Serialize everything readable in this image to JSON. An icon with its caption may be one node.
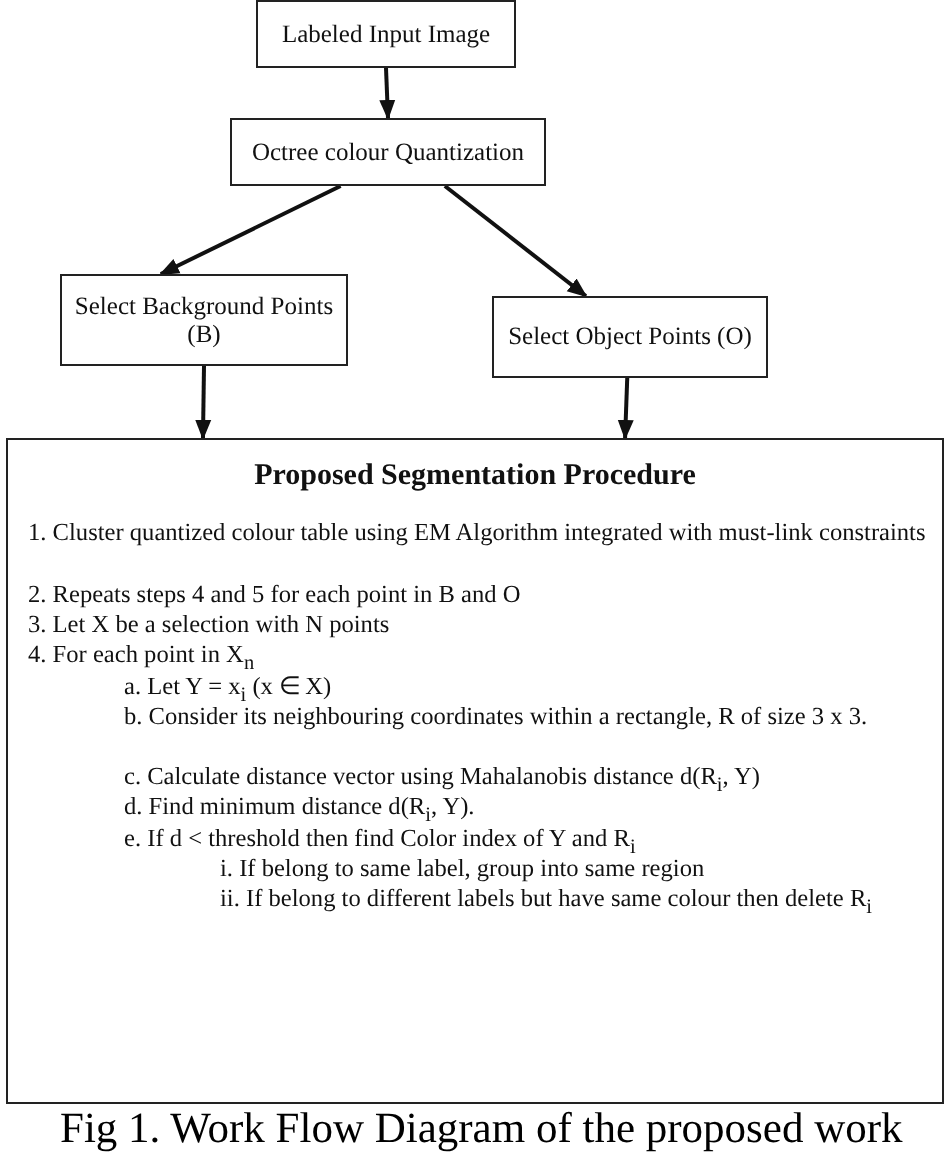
{
  "diagram": {
    "caption": "Fig 1. Work Flow Diagram of the proposed work",
    "nodes": [
      {
        "text": [
          "Labeled Input Image"
        ]
      },
      {
        "text": [
          "Octree colour Quantization"
        ]
      },
      {
        "text": [
          "Select Background Points (B)"
        ]
      },
      {
        "text": [
          "Select Object Points (O)"
        ]
      },
      {
        "text": [
          "Proposed Segmentation Procedure",
          "1. Cluster quantized colour table using EM Algorithm integrated with must-link constraints",
          "2. Repeats steps 4 and 5 for each point in B and O",
          "3. Let X be a selection with N points",
          "4. For each point in X$_{n}$",
          "a. Let Y = x$_{i}$ (x ∈ X)",
          "b. Consider its neighbouring coordinates within a rectangle, R of size 3 x 3.",
          "c. Calculate distance vector using Mahalanobis distance d(R$_{i}$, Y)",
          "d. Find minimum distance d(R$_{i}$, Y).",
          "e. If d < threshold then find Color index of Y and R$_{i}$",
          "i. If belong to same label, group into same region",
          "ii. If belong to different labels but have same colour then delete R$_{i}$"
        ]
      }
    ],
    "edges": [
      {
        "from": 0,
        "to": 1,
        "arrow": "to"
      },
      {
        "from": 1,
        "to": 2,
        "arrow": "to"
      },
      {
        "from": 1,
        "to": 3,
        "arrow": "to"
      },
      {
        "from": 2,
        "to": 4,
        "arrow": "to"
      },
      {
        "from": 3,
        "to": 4,
        "arrow": "to"
      }
    ]
  }
}
